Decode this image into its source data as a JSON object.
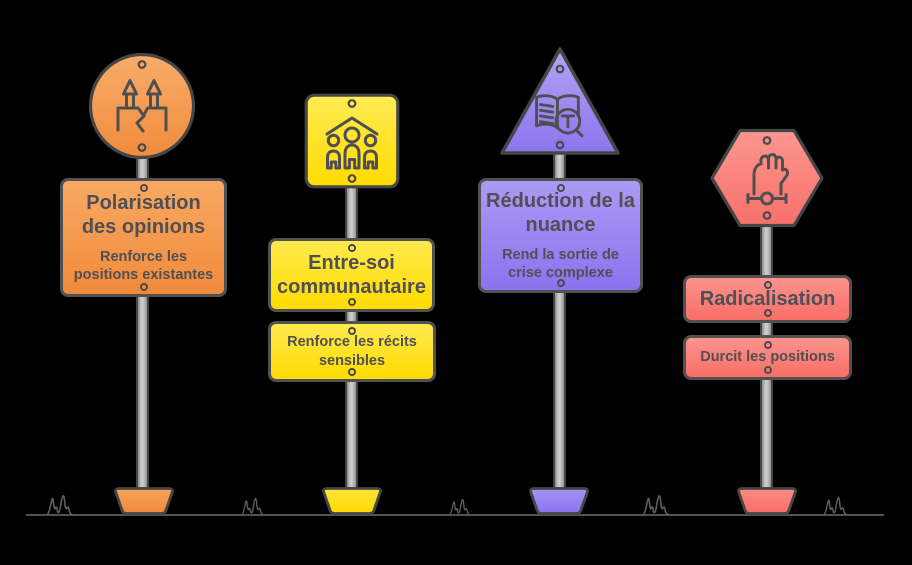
{
  "figure": {
    "background_color": "#000000",
    "outline_color": "#4D4D4D",
    "text_color": "#4F4F54",
    "pole_color": "#BFBFBF",
    "ground_color": "#5E5E5E"
  },
  "signs": [
    {
      "id": "polarisation",
      "head_shape": "circle",
      "head_icon": "split-crack-arrows-icon",
      "accent_light": "#F9A963",
      "accent_dark": "#F08A3B",
      "title": "Polarisation\ndes opinions",
      "subtitle": "Renforce les\npositions existantes"
    },
    {
      "id": "entre-soi-communautaire",
      "head_shape": "square",
      "head_icon": "community-under-roof-icon",
      "accent_light": "#FFEA4E",
      "accent_dark": "#FFDB00",
      "title": "Entre-soi\ncommunautaire",
      "subtitle": "Renforce les récits\nsensibles"
    },
    {
      "id": "reduction-de-la-nuance",
      "head_shape": "triangle",
      "head_icon": "book-magnifier-icon",
      "accent_light": "#AC9AF4",
      "accent_dark": "#8B72EE",
      "title": "Réduction de la\nnuance",
      "subtitle": "Rend la sortie de\ncrise complexe"
    },
    {
      "id": "radicalisation",
      "head_shape": "hexagon",
      "head_icon": "raised-fist-shackle-icon",
      "accent_light": "#FB938D",
      "accent_dark": "#F86E68",
      "title": "Radicalisation",
      "subtitle": "Durcit les positions"
    }
  ]
}
